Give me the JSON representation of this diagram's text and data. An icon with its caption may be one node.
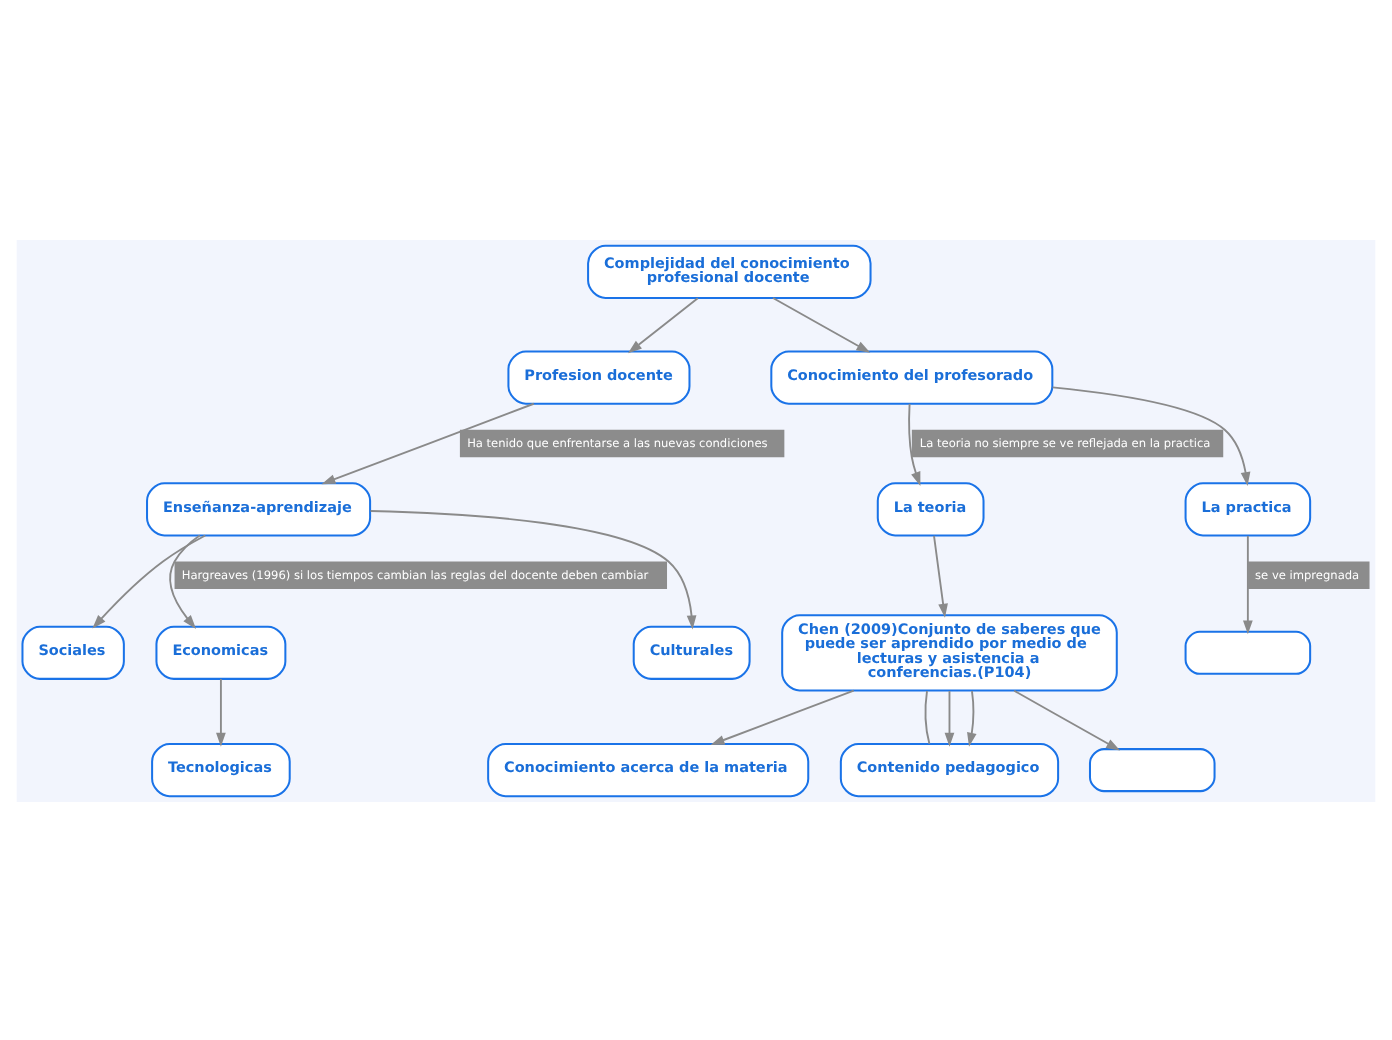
{
  "diagram": {
    "nodes": [
      {
        "text": [
          "Complejidad del conocimiento profesional docente"
        ]
      },
      {
        "text": [
          "Profesion docente"
        ]
      },
      {
        "text": [
          "Enseñanza-aprendizaje"
        ]
      },
      {
        "text": [
          "Sociales"
        ]
      },
      {
        "text": [
          "Economicas"
        ]
      },
      {
        "text": [
          "Culturales"
        ]
      },
      {
        "text": [
          "Tecnologicas"
        ]
      },
      {
        "text": [
          "Conocimiento del profesorado"
        ]
      },
      {
        "text": [
          "La teoria"
        ]
      },
      {
        "text": [
          "La practica"
        ]
      },
      {
        "text": [
          "Chen (2009)Conjunto de saberes que puede ser aprendido por medio de lecturas y asistencia a conferencias.(P104)"
        ]
      },
      {
        "text": [],
        "shape": "box"
      },
      {
        "text": [
          "Conocimiento acerca de la materia"
        ]
      },
      {
        "text": [
          "Contenido pedagogico"
        ]
      },
      {
        "text": [],
        "shape": "box"
      }
    ],
    "edges": [
      {
        "from": 0,
        "to": 1,
        "arrow": "to"
      },
      {
        "from": 0,
        "to": 7,
        "arrow": "to"
      },
      {
        "from": 1,
        "to": 2,
        "arrow": "to",
        "label": "Ha tenido que enfrentarse a las nuevas condiciones"
      },
      {
        "from": 2,
        "to": 3,
        "arrow": "to"
      },
      {
        "from": 2,
        "to": 4,
        "arrow": "to",
        "label": "Hargreaves (1996) si los tiempos cambian las reglas del docente deben cambiar"
      },
      {
        "from": 2,
        "to": 5,
        "arrow": "to"
      },
      {
        "from": 4,
        "to": 6,
        "arrow": "to"
      },
      {
        "from": 7,
        "to": 8,
        "arrow": "to",
        "label": "La teoria no siempre se ve reflejada en la practica"
      },
      {
        "from": 7,
        "to": 9,
        "arrow": "to"
      },
      {
        "from": 8,
        "to": 10,
        "arrow": "to"
      },
      {
        "from": 9,
        "to": 11,
        "arrow": "to",
        "label": "se ve impregnada"
      },
      {
        "from": 10,
        "to": 12,
        "arrow": "to"
      },
      {
        "from": 10,
        "to": 13,
        "arrow": "none"
      },
      {
        "from": 10,
        "to": 13,
        "arrow": "to"
      },
      {
        "from": 10,
        "to": 13,
        "arrow": "to"
      },
      {
        "from": 10,
        "to": 14,
        "arrow": "to"
      }
    ]
  }
}
